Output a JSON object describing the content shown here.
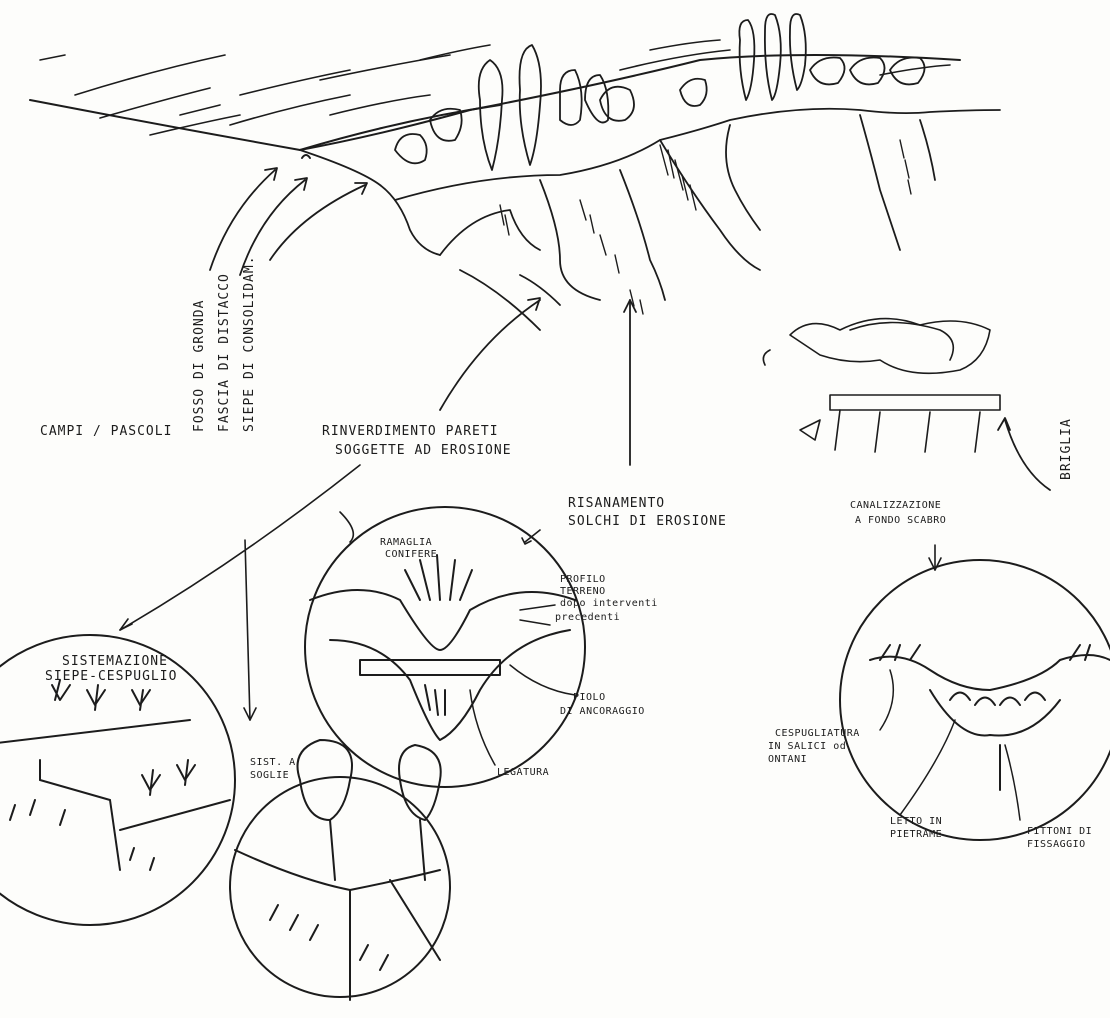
{
  "labels": {
    "campi": "CAMPI / PASCOLI",
    "fosso": "FOSSO DI GRONDA",
    "fascia": "FASCIA DI DISTACCO",
    "siepe_cons": "SIEPE DI CONSOLIDAM.",
    "rinverdimento_1": "RINVERDIMENTO PARETI",
    "rinverdimento_2": "SOGGETTE AD EROSIONE",
    "risanamento_1": "RISANAMENTO",
    "risanamento_2": "SOLCHI DI EROSIONE",
    "ramaglia_1": "RAMAGLIA",
    "ramaglia_2": "CONIFERE",
    "profilo_1": "PROFILO",
    "profilo_2": "TERRENO",
    "profilo_3": "dopo interventi",
    "profilo_4": "precedenti",
    "piolo_1": "PIOLO",
    "piolo_2": "DI ANCORAGGIO",
    "legatura": "LEGATURA",
    "sistemazione_1": "SISTEMAZIONE",
    "sistemazione_2": "SIEPE-CESPUGLIO",
    "sist_soglie_1": "SIST. A",
    "sist_soglie_2": "SOGLIE",
    "briglia": "BRIGLIA",
    "canalizzazione_1": "CANALIZZAZIONE",
    "canalizzazione_2": "A FONDO SCABRO",
    "cespugliatura_1": "CESPUGLIATURA",
    "cespugliatura_2": "IN SALICI od",
    "cespugliatura_3": "ONTANI",
    "letto_1": "LETTO IN",
    "letto_2": "PIETRAME",
    "fittoni_1": "FITTONI DI",
    "fittoni_2": "FISSAGGIO"
  }
}
